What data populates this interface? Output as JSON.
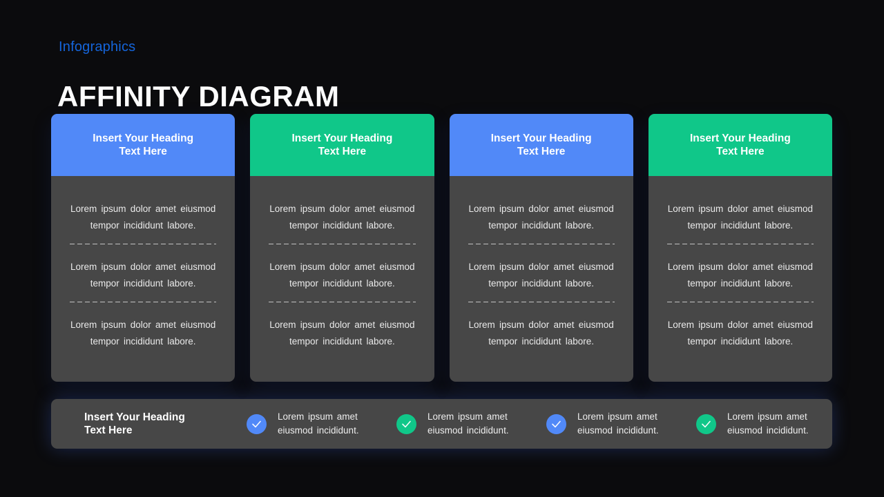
{
  "page": {
    "eyebrow": "Infographics",
    "title": "AFFINITY DIAGRAM"
  },
  "colors": {
    "blue": "#5189F8",
    "green": "#10C789",
    "eyebrow": "#1565DB",
    "panel": "#474747",
    "background": "#0B0B0D"
  },
  "cards": [
    {
      "accent": "blue",
      "heading": "Insert Your Heading\nText Here",
      "items": [
        "Lorem ipsum dolor amet eiusmod\ntempor incididunt  labore.",
        "Lorem ipsum dolor amet eiusmod\ntempor incididunt  labore.",
        "Lorem ipsum dolor amet eiusmod\ntempor incididunt  labore."
      ]
    },
    {
      "accent": "green",
      "heading": "Insert Your Heading\nText Here",
      "items": [
        "Lorem ipsum dolor amet eiusmod\ntempor incididunt  labore.",
        "Lorem ipsum dolor amet eiusmod\ntempor incididunt  labore.",
        "Lorem ipsum dolor amet eiusmod\ntempor incididunt  labore."
      ]
    },
    {
      "accent": "blue",
      "heading": "Insert Your Heading\nText Here",
      "items": [
        "Lorem ipsum dolor amet eiusmod\ntempor incididunt  labore.",
        "Lorem ipsum dolor amet eiusmod\ntempor incididunt  labore.",
        "Lorem ipsum dolor amet eiusmod\ntempor incididunt  labore."
      ]
    },
    {
      "accent": "green",
      "heading": "Insert Your Heading\nText Here",
      "items": [
        "Lorem ipsum dolor amet eiusmod\ntempor incididunt  labore.",
        "Lorem ipsum dolor amet eiusmod\ntempor incididunt  labore.",
        "Lorem ipsum dolor amet eiusmod\ntempor incididunt  labore."
      ]
    }
  ],
  "footer": {
    "heading": "Insert Your Heading\nText Here",
    "items": [
      {
        "color": "blue",
        "icon": "check-icon",
        "text": "Lorem ipsum amet\neiusmod incididunt."
      },
      {
        "color": "green",
        "icon": "check-icon",
        "text": "Lorem ipsum amet\neiusmod incididunt."
      },
      {
        "color": "blue",
        "icon": "check-icon",
        "text": "Lorem ipsum amet\neiusmod incididunt."
      },
      {
        "color": "green",
        "icon": "check-icon",
        "text": "Lorem ipsum amet\neiusmod incididunt."
      }
    ]
  }
}
